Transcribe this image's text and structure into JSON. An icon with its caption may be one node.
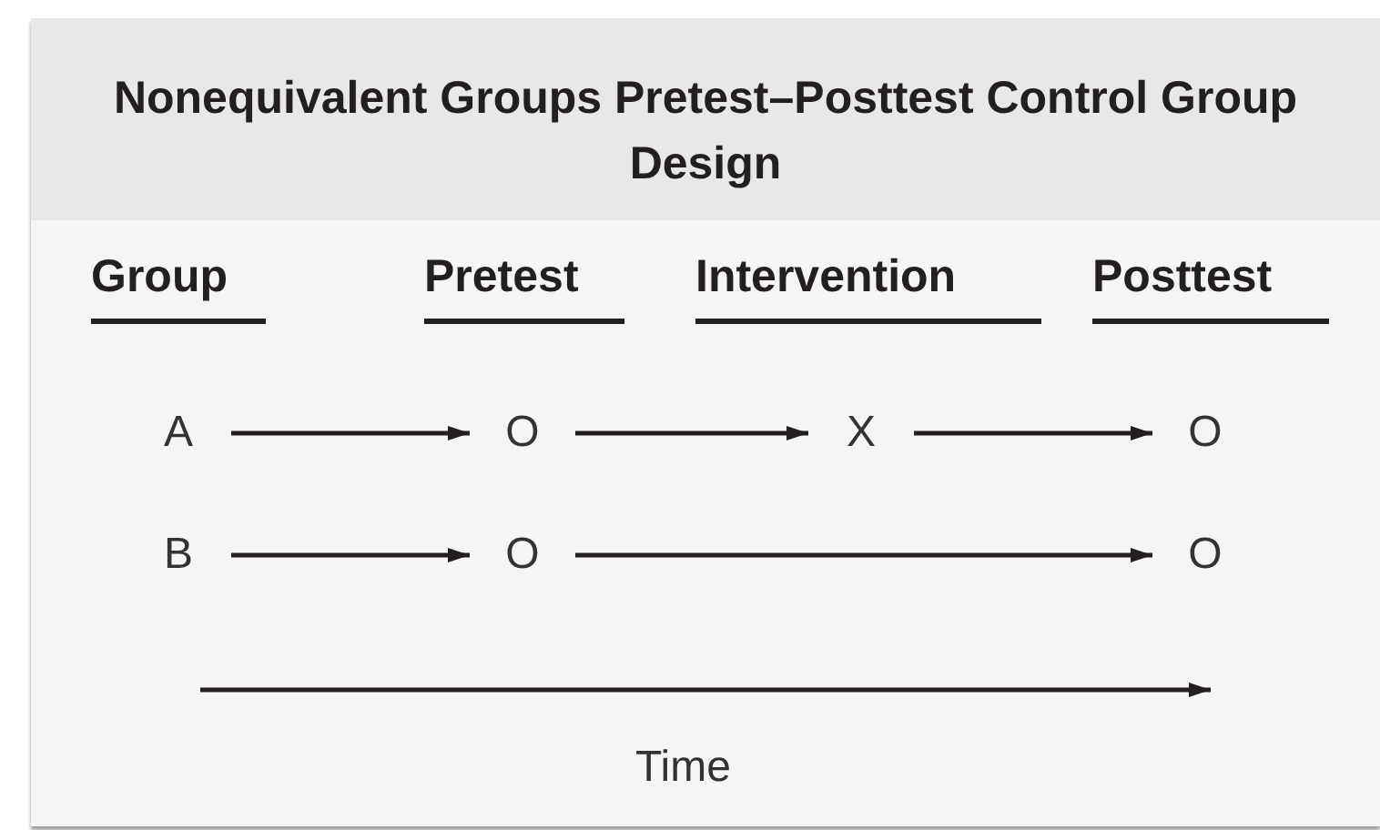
{
  "diagram": {
    "title": "Nonequivalent Groups Pretest–Posttest Control Group Design",
    "nodes": [
      {
        "text": [
          "A"
        ]
      },
      {
        "text": [
          "O"
        ]
      },
      {
        "text": [
          "X"
        ]
      },
      {
        "text": [
          "O"
        ]
      },
      {
        "text": [
          "B"
        ]
      },
      {
        "text": [
          "O"
        ]
      },
      {
        "text": [
          "O"
        ]
      }
    ],
    "edges": [
      {
        "from": 0,
        "to": 1,
        "arrow": "to"
      },
      {
        "from": 1,
        "to": 2,
        "arrow": "to"
      },
      {
        "from": 2,
        "to": 3,
        "arrow": "to"
      },
      {
        "from": 4,
        "to": 5,
        "arrow": "to"
      },
      {
        "from": 5,
        "to": 6,
        "arrow": "to"
      }
    ],
    "labels": [
      "Group",
      "Pretest",
      "Intervention",
      "Posttest",
      "Time"
    ]
  }
}
